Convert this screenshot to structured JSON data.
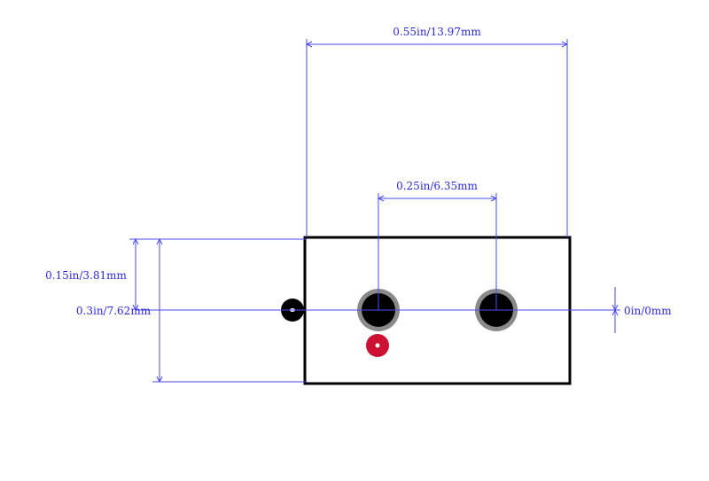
{
  "dimensions": {
    "overall_width": "0.55in/13.97mm",
    "pin_pitch": "0.25in/6.35mm",
    "half_height": "0.15in/3.81mm",
    "overall_height": "0.3in/7.62mm",
    "zero_offset": "0in/0mm"
  },
  "colors": {
    "dimension": "#4b4bf0",
    "dimension_text": "#2b2bd9",
    "body_outline": "#000000",
    "courtyard": "#e8a0a0",
    "pad_ring": "#8a8a8a",
    "pad_fill": "#000000",
    "pin1_marker": "#cc1133",
    "origin_marker": "#000000"
  }
}
